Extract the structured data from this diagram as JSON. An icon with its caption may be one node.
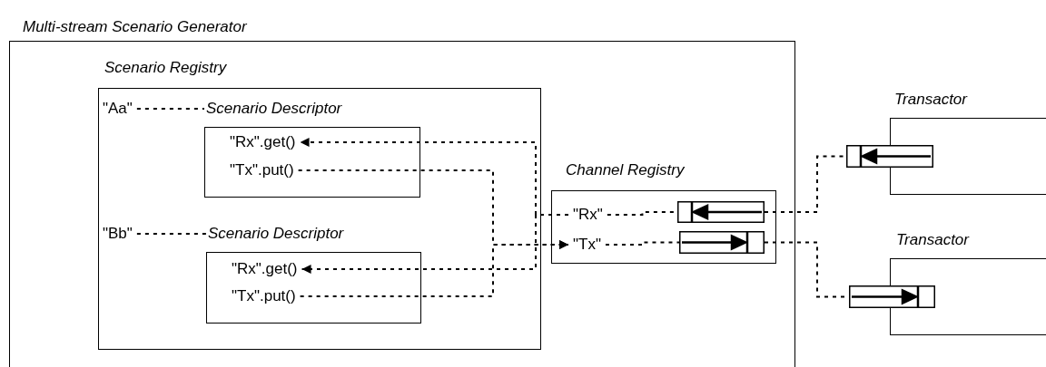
{
  "diagram": {
    "nodes": [
      {
        "text": [
          "Multi-stream Scenario Generator"
        ]
      },
      {
        "text": [
          "Scenario Registry"
        ],
        "in": 0
      },
      {
        "text": [
          "\"Aa\""
        ],
        "in": 1
      },
      {
        "text": [
          "Scenario Descriptor"
        ],
        "in": 1
      },
      {
        "text": [
          "\"Rx\".get()"
        ],
        "in": 3
      },
      {
        "text": [
          "\"Tx\".put()"
        ],
        "in": 3
      },
      {
        "text": [
          "\"Bb\""
        ],
        "in": 1
      },
      {
        "text": [
          "Scenario Descriptor"
        ],
        "in": 1
      },
      {
        "text": [
          "\"Rx\".get()"
        ],
        "in": 7
      },
      {
        "text": [
          "\"Tx\".put()"
        ],
        "in": 7
      },
      {
        "text": [
          "Channel Registry"
        ],
        "in": 0
      },
      {
        "text": [
          "\"Rx\""
        ],
        "in": 10
      },
      {
        "text": [],
        "shape": "bar",
        "in": 10
      },
      {
        "text": [
          "\"Tx\""
        ],
        "in": 10
      },
      {
        "text": [],
        "shape": "bar",
        "in": 10
      },
      {
        "text": [
          "Transactor"
        ]
      },
      {
        "text": [],
        "shape": "bar"
      },
      {
        "text": [
          "Transactor"
        ]
      },
      {
        "text": [],
        "shape": "bar"
      }
    ],
    "edges": [
      {
        "from": 2,
        "to": 3,
        "arrow": "none",
        "style": "dashed"
      },
      {
        "from": 6,
        "to": 7,
        "arrow": "none",
        "style": "dashed"
      },
      {
        "from": 11,
        "to": 4,
        "arrow": "to",
        "style": "dashed"
      },
      {
        "from": 11,
        "to": 8,
        "arrow": "to",
        "style": "dashed"
      },
      {
        "from": 5,
        "to": 13,
        "arrow": "to",
        "style": "dashed"
      },
      {
        "from": 9,
        "to": 13,
        "arrow": "to",
        "style": "dashed"
      },
      {
        "from": 11,
        "to": 12,
        "arrow": "none",
        "style": "dashed"
      },
      {
        "from": 13,
        "to": 14,
        "arrow": "none",
        "style": "dashed"
      },
      {
        "from": 12,
        "to": 16,
        "arrow": "none",
        "style": "dashed"
      },
      {
        "from": 14,
        "to": 18,
        "arrow": "none",
        "style": "dashed"
      }
    ]
  }
}
